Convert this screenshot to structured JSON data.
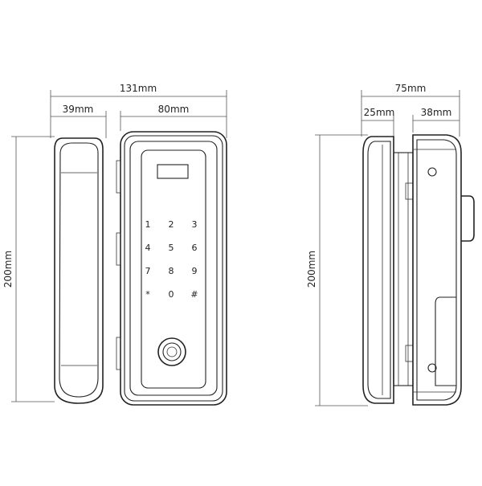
{
  "dimensions": {
    "total_width": "131mm",
    "handle_width": "39mm",
    "body_width": "80mm",
    "height_front": "200mm",
    "side_total": "75mm",
    "side_left": "25mm",
    "side_right": "38mm",
    "height_side": "200mm"
  },
  "keypad": {
    "keys": [
      "1",
      "2",
      "3",
      "4",
      "5",
      "6",
      "7",
      "8",
      "9",
      "*",
      "0",
      "#"
    ]
  }
}
